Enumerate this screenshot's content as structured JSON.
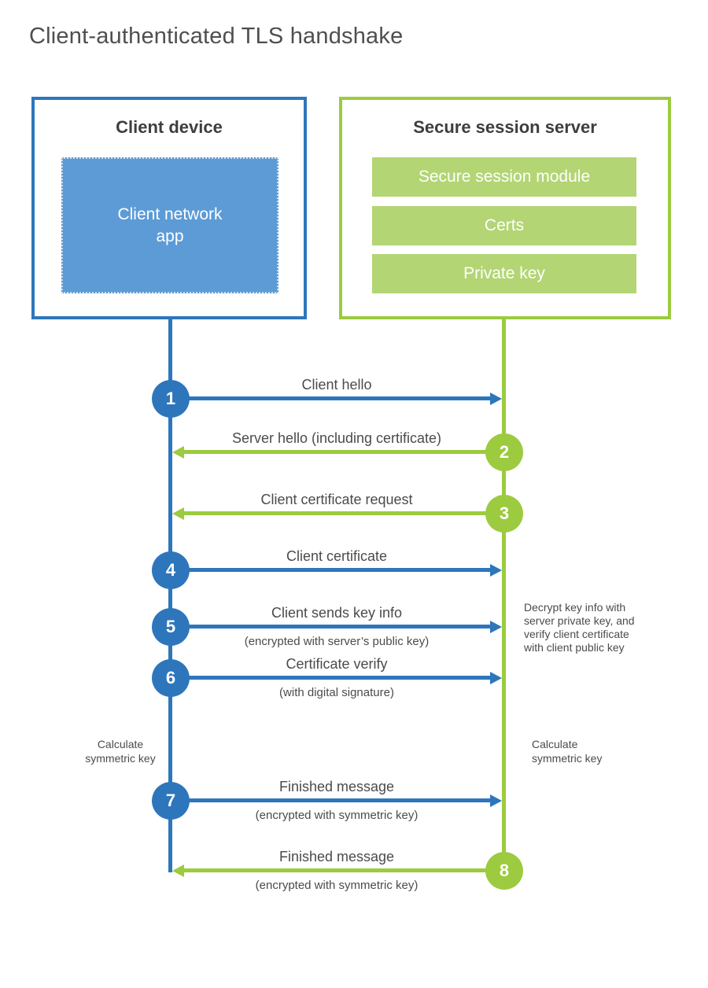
{
  "title": "Client-authenticated TLS handshake",
  "colors": {
    "blue": "#2E76BC",
    "blue_light": "#5C9BD6",
    "green": "#9CCB3F",
    "green_light": "#B3D574"
  },
  "client": {
    "title": "Client device",
    "app_label": "Client network app"
  },
  "server": {
    "title": "Secure session server",
    "modules": [
      "Secure session module",
      "Certs",
      "Private key"
    ]
  },
  "flow": {
    "messages": [
      {
        "number": "1",
        "label": "Client hello",
        "direction": "right",
        "color": "blue"
      },
      {
        "number": "2",
        "label": "Server hello (including certificate)",
        "direction": "left",
        "color": "green"
      },
      {
        "number": "3",
        "label": "Client certificate request",
        "direction": "left",
        "color": "green"
      },
      {
        "number": "4",
        "label": "Client certificate",
        "direction": "right",
        "color": "blue"
      },
      {
        "number": "5",
        "label": "Client sends key info",
        "sublabel": "(encrypted with server’s public key)",
        "direction": "right",
        "color": "blue"
      },
      {
        "number": "6",
        "label": "Certificate verify",
        "sublabel": "(with digital signature)",
        "direction": "right",
        "color": "blue"
      },
      {
        "number": "7",
        "label": "Finished message",
        "sublabel": "(encrypted with symmetric key)",
        "direction": "right",
        "color": "blue"
      },
      {
        "number": "8",
        "label": "Finished message",
        "sublabel": "(encrypted with symmetric key)",
        "direction": "left",
        "color": "green"
      }
    ],
    "notes": {
      "decrypt_lines": [
        "Decrypt key info with",
        "server private key, and",
        "verify client certificate",
        "with client public key"
      ],
      "calc_left_lines": [
        "Calculate",
        "symmetric key"
      ],
      "calc_right_lines": [
        "Calculate",
        "symmetric key"
      ]
    }
  }
}
